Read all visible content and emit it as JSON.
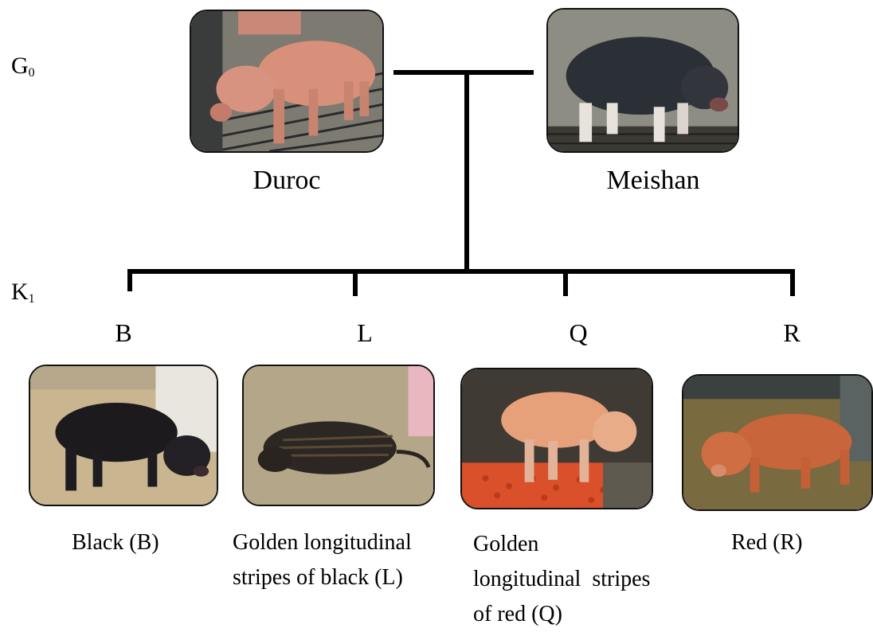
{
  "generations": {
    "g0": {
      "main": "G",
      "sub": "0"
    },
    "k1": {
      "main": "K",
      "sub": "1"
    }
  },
  "parents": {
    "left": {
      "name": "Duroc",
      "icon": "duroc-pig-photo"
    },
    "right": {
      "name": "Meishan",
      "icon": "meishan-pig-photo"
    }
  },
  "offspring": [
    {
      "code": "B",
      "phenotype_line1": "Black (B)",
      "phenotype_line2": "",
      "phenotype_line3": "",
      "icon": "black-piglet-photo"
    },
    {
      "code": "L",
      "phenotype_line1": "Golden longitudinal",
      "phenotype_line2": "stripes of black (L)",
      "phenotype_line3": "",
      "icon": "striped-black-piglet-photo"
    },
    {
      "code": "Q",
      "phenotype_line1": "Golden",
      "phenotype_line2": "longitudinal  stripes",
      "phenotype_line3": "of red (Q)",
      "icon": "striped-red-piglet-photo"
    },
    {
      "code": "R",
      "phenotype_line1": "Red (R)",
      "phenotype_line2": "",
      "phenotype_line3": "",
      "icon": "red-piglet-photo"
    }
  ],
  "colors": {
    "line": "#000000",
    "duroc_coat": "#d9907a",
    "meishan_coat": "#2b2f36",
    "black_piglet": "#1c1a1d",
    "red_piglet": "#c8653a",
    "golden_piglet": "#e6a07a"
  }
}
